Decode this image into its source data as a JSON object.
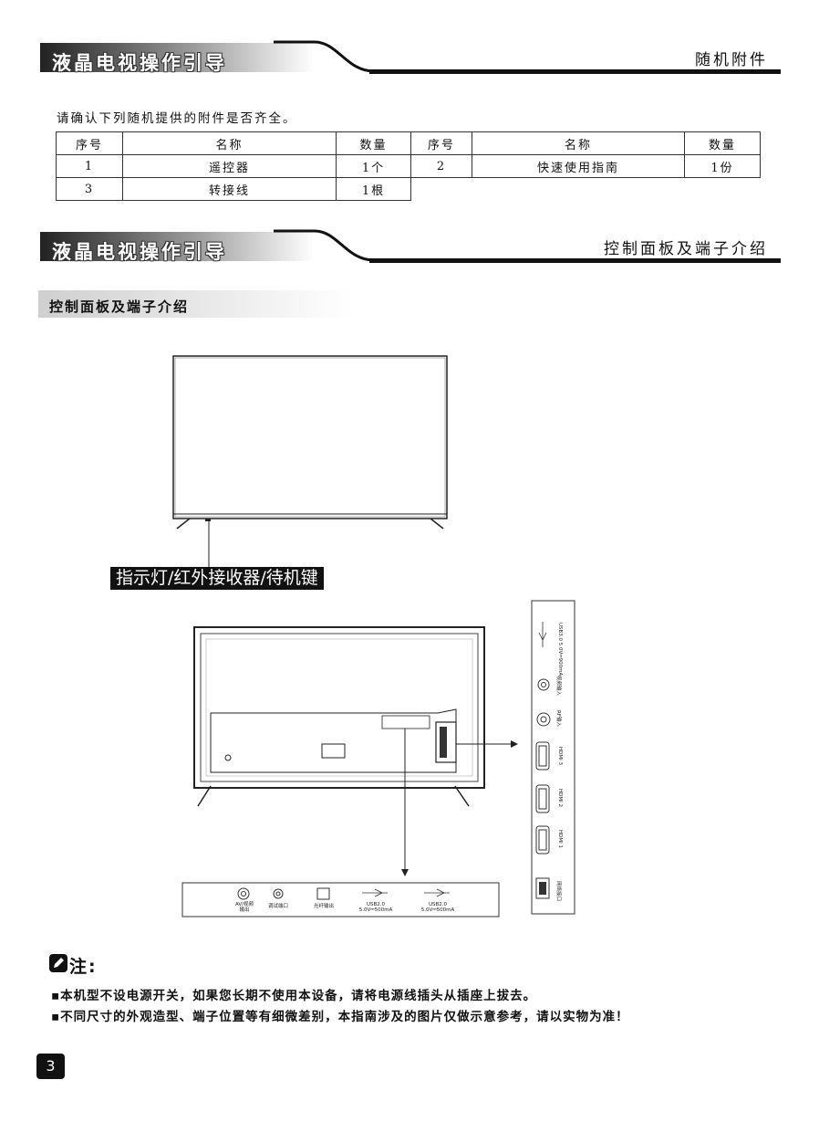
{
  "header1": {
    "title": "液晶电视操作引导",
    "section": "随机附件"
  },
  "intro": "请确认下列随机提供的附件是否齐全。",
  "accessories": {
    "headers": [
      "序号",
      "名称",
      "数量",
      "序号",
      "名称",
      "数量"
    ],
    "row1": [
      "1",
      "遥控器",
      "1个",
      "2",
      "快速使用指南",
      "1份"
    ],
    "row2": [
      "3",
      "转接线",
      "1根"
    ]
  },
  "header2": {
    "title": "液晶电视操作引导",
    "section": "控制面板及端子介绍"
  },
  "subsection_title": "控制面板及端子介绍",
  "indicator_label": "指示灯/红外接收器/待机键",
  "bottom_ports": {
    "av": "AV/视频\n输出",
    "debug": "调试端口",
    "optical": "光纤输出",
    "usb_a": "USB2.0\n5.0V⎓500mA",
    "usb_b": "USB2.0\n5.0V⎓500mA"
  },
  "side_ports": {
    "usb3": "USB3.0 5.0V⎓900mA",
    "audio_in": "视频输入",
    "rf_in": "RF输入",
    "hdmi3": "HDMI 3",
    "hdmi2": "HDMI 2",
    "hdmi1": "HDMI 1",
    "lan": "网络接口"
  },
  "notes": {
    "title": "注:",
    "items": [
      "本机型不设电源开关，如果您长期不使用本设备，请将电源线插头从插座上拔去。",
      "不同尺寸的外观造型、端子位置等有细微差别，本指南涉及的图片仅做示意参考，请以实物为准！"
    ]
  },
  "page_number": "3",
  "colors": {
    "banner_dark": "#1a1a1a",
    "banner_light": "#ffffff",
    "text": "#111111"
  }
}
